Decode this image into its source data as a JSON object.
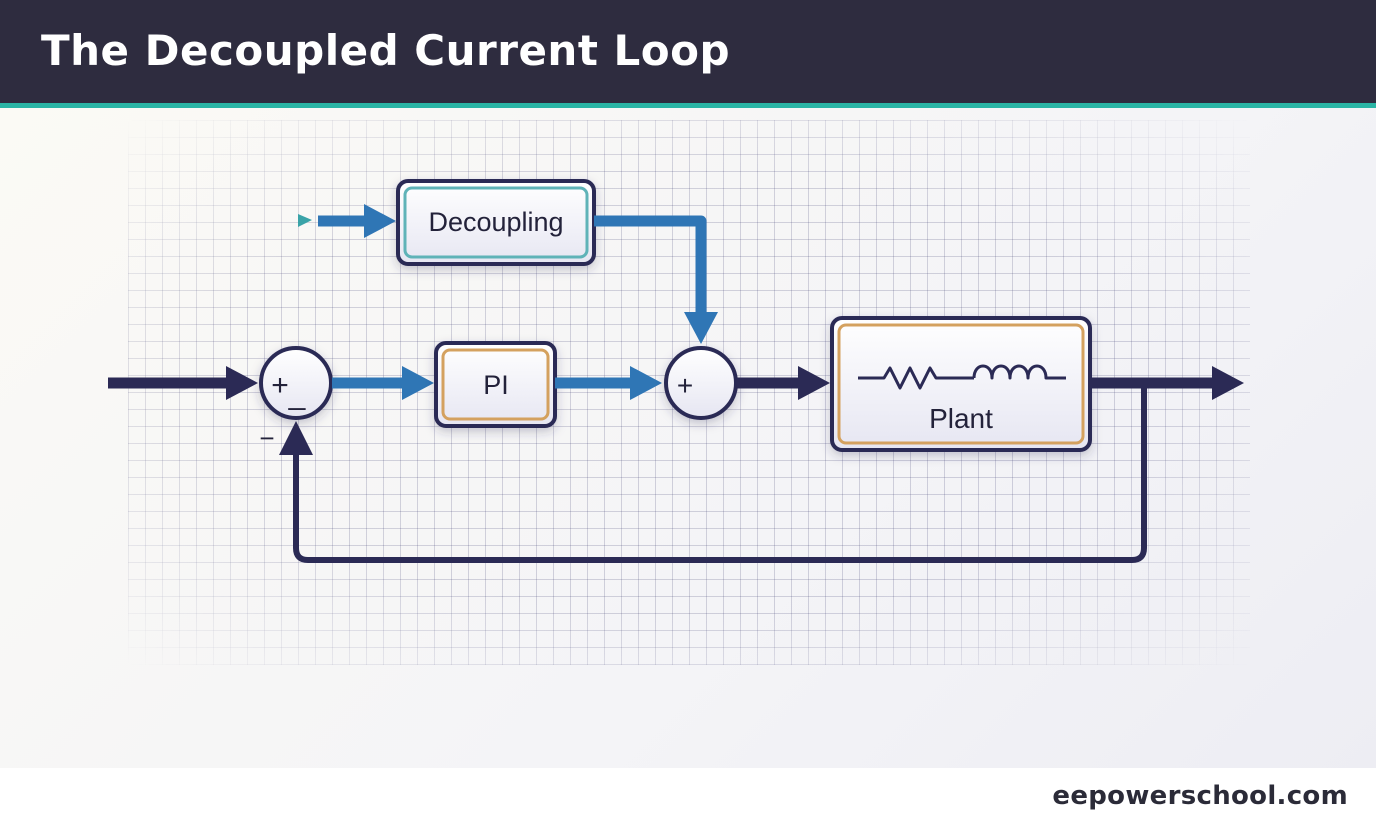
{
  "header": {
    "title": "The Decoupled Current Loop"
  },
  "blocks": {
    "decoupling": "Decoupling",
    "pi": "PI",
    "plant": "Plant"
  },
  "junctions": {
    "sum1_plus": "+",
    "sum1_minus": "_",
    "sum1_feedback_sign": "−",
    "sum2_plus": "+"
  },
  "colors": {
    "header_bg": "#2e2c3f",
    "header_accent": "#2ab5a5",
    "signal_dark": "#2b2a55",
    "signal_blue": "#2f76b5",
    "decoupling_border": "#5fb3b8",
    "pi_plant_border": "#d4a15f"
  },
  "footer": {
    "site": "eepowerschool.com"
  }
}
